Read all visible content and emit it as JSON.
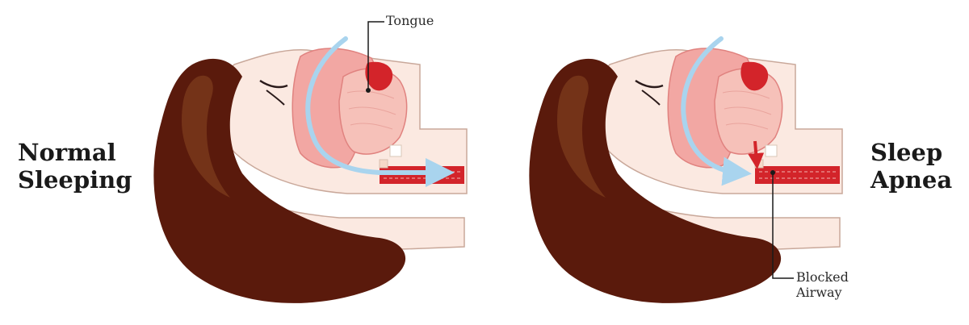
{
  "panels": {
    "left": {
      "heading": [
        "Normal",
        "Sleeping"
      ]
    },
    "right": {
      "heading": [
        "Sleep",
        "Apnea"
      ]
    }
  },
  "callouts": {
    "tongue": "Tongue",
    "blocked_airway": [
      "Blocked",
      "Airway"
    ]
  },
  "colors": {
    "hair": "#5a1a0c",
    "hair_highlight": "#7a3a1c",
    "skin": "#fbe9e1",
    "skin_outline": "#c9a89a",
    "tissue": "#f2a7a3",
    "tissue_dark": "#e0827f",
    "tongue": "#f6c1b9",
    "airway_red": "#d3242a",
    "airflow": "#a9d4ee"
  }
}
